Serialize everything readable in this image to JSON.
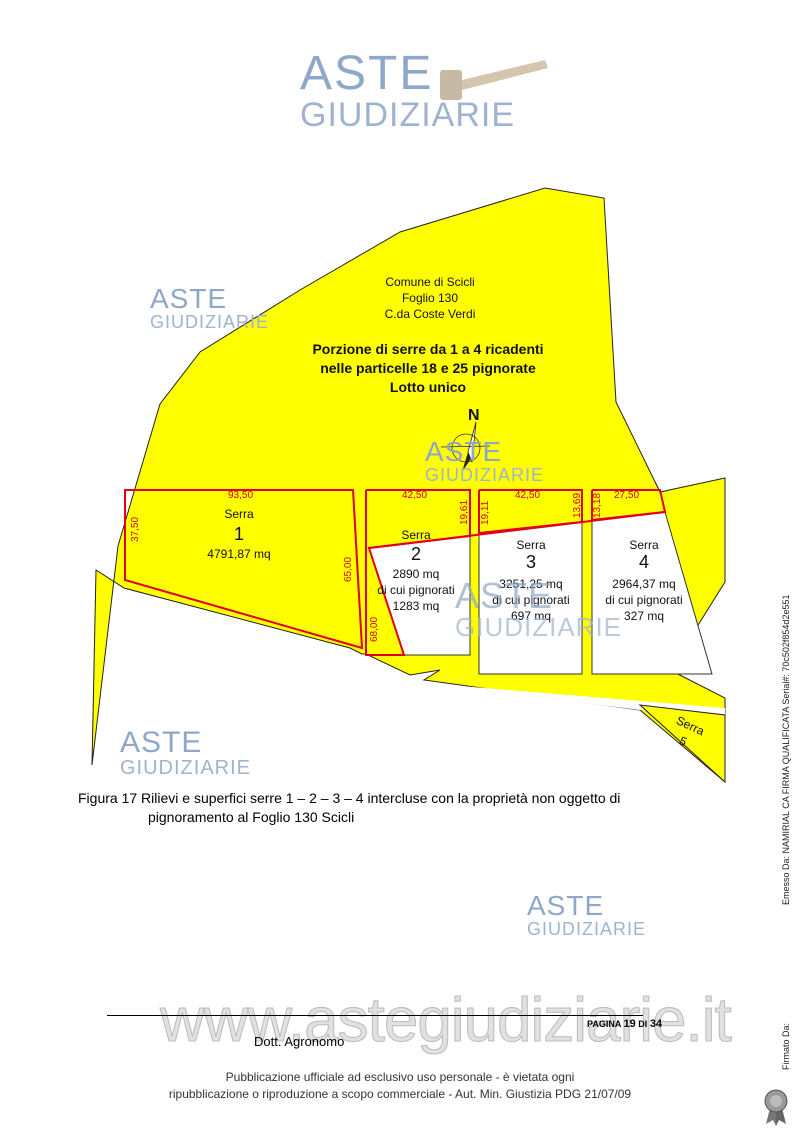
{
  "watermark": {
    "line1": "ASTE",
    "line2": "GIUDIZIARIE"
  },
  "map": {
    "header": [
      "Comune di Scicli",
      "Foglio 130",
      "C.da Coste Verdi"
    ],
    "title": [
      "Porzione di serre da 1 a 4 ricadenti",
      "nelle particelle 18 e 25 pignorate",
      "Lotto unico"
    ],
    "north": "N",
    "dims": {
      "d1": "93,50",
      "d2": "37,50",
      "d3": "65,00",
      "d4": "42,50",
      "d5": "19,61",
      "d6": "68,00",
      "d7": "19,11",
      "d8": "42,50",
      "d9": "13,69",
      "d10": "13,18",
      "d11": "27,50"
    },
    "serre": [
      {
        "label": "Serra",
        "num": "1",
        "info": [
          "4791,87 mq"
        ]
      },
      {
        "label": "Serra",
        "num": "2",
        "info": [
          "2890 mq",
          "di cui pignorati",
          "1283 mq"
        ]
      },
      {
        "label": "Serra",
        "num": "3",
        "info": [
          "3251,25 mq",
          "di cui pignorati",
          "697 mq"
        ]
      },
      {
        "label": "Serra",
        "num": "4",
        "info": [
          "2964,37 mq",
          "di cui pignorati",
          "327 mq"
        ]
      },
      {
        "label": "Serra",
        "num": "5",
        "info": []
      }
    ]
  },
  "caption": {
    "line1": "Figura 17 Rilievi e superfici serre 1 – 2 – 3 – 4 intercluse con la proprietà non oggetto di",
    "line2": "pignoramento al Foglio 130 Scicli"
  },
  "footer": {
    "pagina_label": "PAGINA",
    "page": "19",
    "di_label": "DI",
    "total": "34",
    "author": "Dott. Agronomo",
    "site_watermark": "www.astegiudiziarie.it",
    "pub1": "Pubblicazione ufficiale ad esclusivo uso personale - è vietata ogni",
    "pub2": "ripubblicazione o riproduzione a scopo commerciale - Aut. Min. Giustizia PDG 21/07/09"
  },
  "side": {
    "signature": "Emesso Da: NAMIRIAL CA FIRMA QUALIFICATA Serial#: 70c502f854d2e551",
    "firmato": "Firmato Da:"
  }
}
